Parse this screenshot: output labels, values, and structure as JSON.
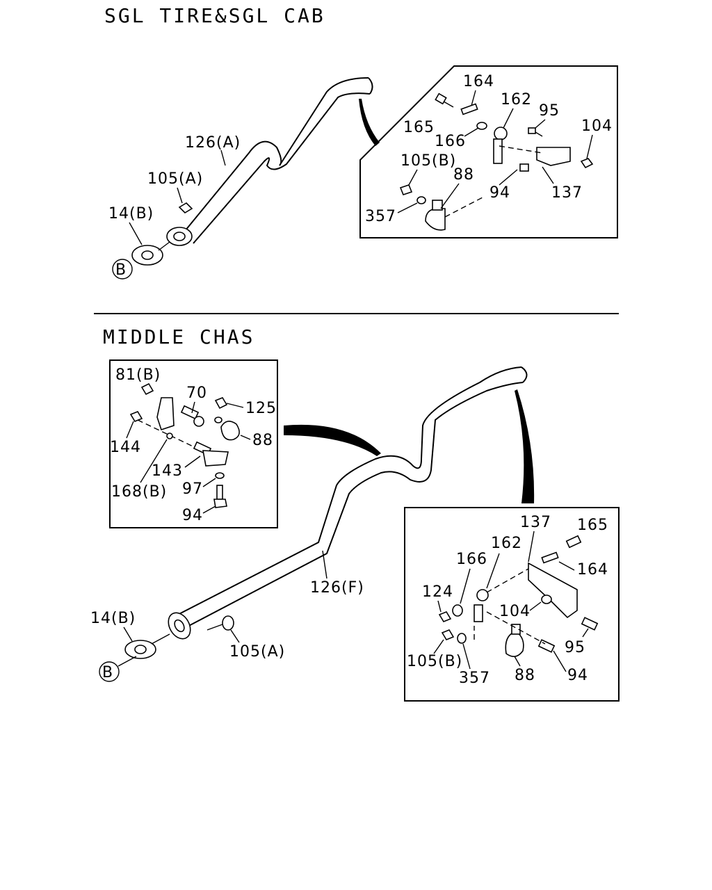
{
  "sections": {
    "top": {
      "title": "SGL TIRE&SGL CAB",
      "labels": {
        "p126a": "126(A)",
        "p105a": "105(A)",
        "p14b": "14(B)",
        "circleB": "B",
        "p164": "164",
        "p162": "162",
        "p95": "95",
        "p165": "165",
        "p104": "104",
        "p166": "166",
        "p105b": "105(B)",
        "p88": "88",
        "p94": "94",
        "p137": "137",
        "p357": "357"
      }
    },
    "bottom": {
      "title": "MIDDLE CHAS",
      "labels": {
        "p81b": "81(B)",
        "p70": "70",
        "p125": "125",
        "p88a": "88",
        "p144": "144",
        "p143": "143",
        "p168b": "168(B)",
        "p97": "97",
        "p94a": "94",
        "p126f": "126(F)",
        "p14b": "14(B)",
        "circleB": "B",
        "p105a": "105(A)",
        "p137": "137",
        "p165": "165",
        "p162": "162",
        "p166": "166",
        "p164": "164",
        "p124": "124",
        "p104": "104",
        "p95": "95",
        "p105b": "105(B)",
        "p357": "357",
        "p88b": "88",
        "p94b": "94"
      }
    }
  }
}
